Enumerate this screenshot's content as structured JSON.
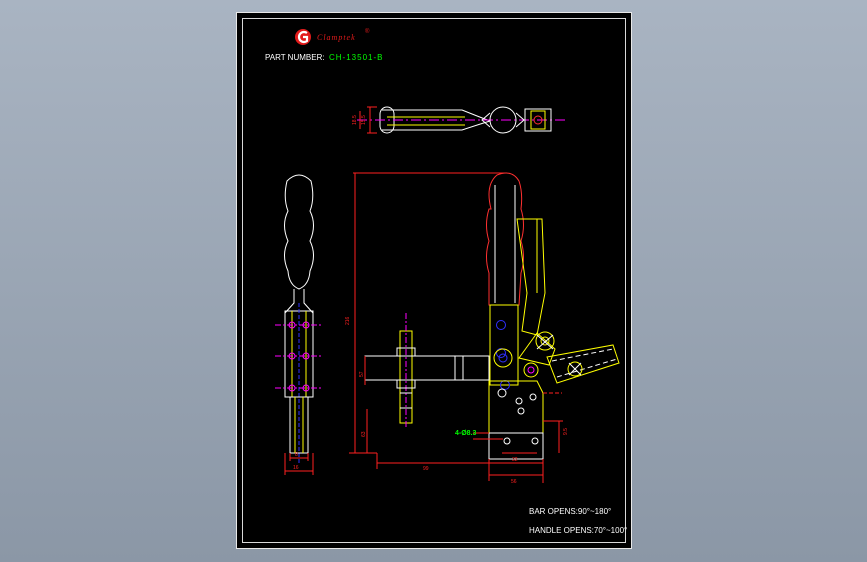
{
  "brand": {
    "name": "Clamptek",
    "mark": "®"
  },
  "part": {
    "label": "PART NUMBER:",
    "value": "CH-13501-B"
  },
  "specs": {
    "bar_opens": "BAR OPENS:90°~180°",
    "handle_opens": "HANDLE OPENS:70°~100°"
  },
  "annotations": {
    "hole": "4-Ø8.3"
  },
  "dimensions": {
    "width_small": "16",
    "height_overall": "216",
    "depth": "57",
    "height_lower": "63",
    "spindle": "99",
    "base_inner": "32",
    "base_outer": "56",
    "offset": "9.5",
    "side_w1": "8",
    "side_w2": "16",
    "top_w1": "15.5",
    "top_w2": "18.5"
  },
  "colors": {
    "background": "#000000",
    "outline": "#ffffff",
    "part": "#ffff00",
    "dimension": "#ff2020",
    "handle": "#ff3030",
    "center": "#ff00ff",
    "hidden": "#3030ff",
    "note": "#00ff00"
  }
}
